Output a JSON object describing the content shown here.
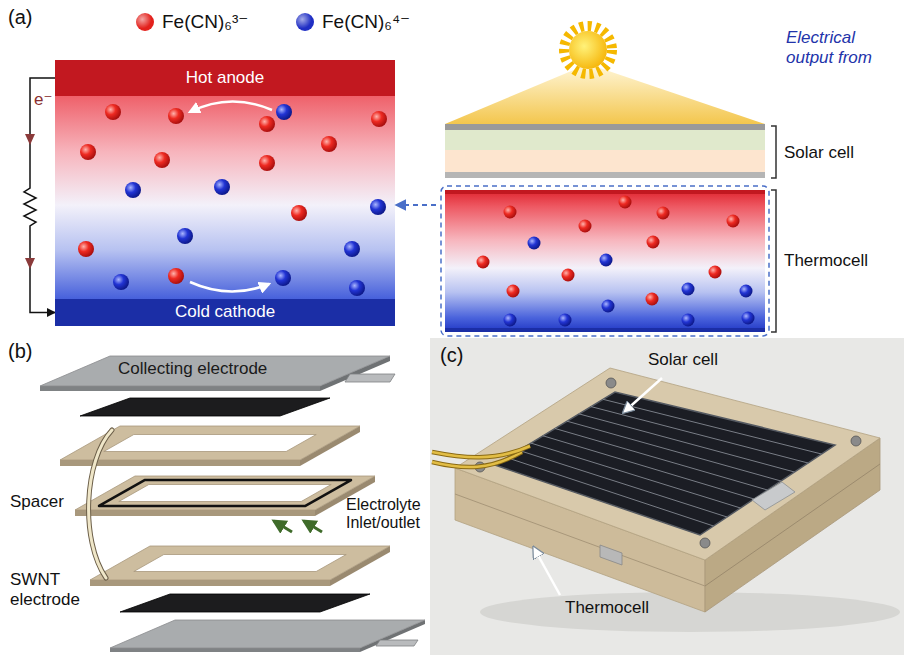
{
  "diagram": {
    "nodes": [
      {
        "text": [
          "Hot anode"
        ]
      },
      {
        "text": [
          "Cold cathode"
        ]
      }
    ],
    "edges": [
      {
        "from": 0,
        "to": 1,
        "arrow": "to",
        "label": "e⁻"
      }
    ],
    "labels": [
      "(a)",
      "Electrical output from",
      "Solar cell",
      "Thermocell",
      "(b)",
      "Collecting electrode",
      "Spacer",
      "Electrolyte Inlet/outlet",
      "SWNT electrode",
      "(c)",
      "Solar cell",
      "Thermocell"
    ],
    "legend": [
      {
        "text": "Fe(CN)₆³⁻",
        "color": "#e3211c"
      },
      {
        "text": "Fe(CN)₆⁴⁻",
        "color": "#1f2ec4"
      }
    ]
  }
}
